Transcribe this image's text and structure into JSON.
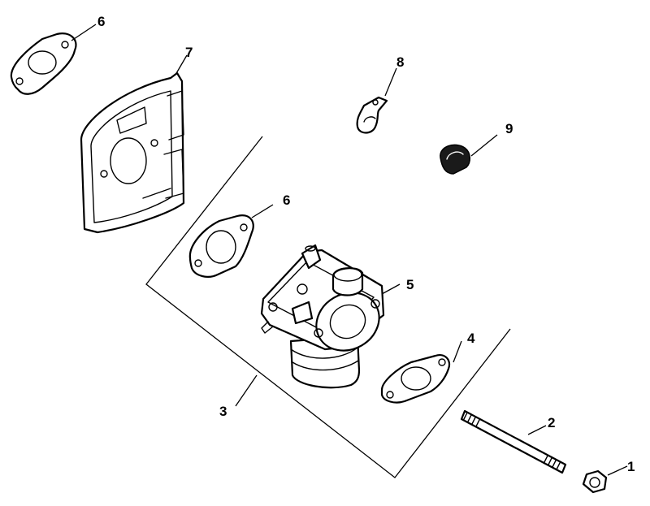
{
  "diagram": {
    "callouts": [
      {
        "id": "c1",
        "label": "1"
      },
      {
        "id": "c2",
        "label": "2"
      },
      {
        "id": "c3",
        "label": "3"
      },
      {
        "id": "c4",
        "label": "4"
      },
      {
        "id": "c5",
        "label": "5"
      },
      {
        "id": "c6a",
        "label": "6"
      },
      {
        "id": "c6b",
        "label": "6"
      },
      {
        "id": "c7",
        "label": "7"
      },
      {
        "id": "c8",
        "label": "8"
      },
      {
        "id": "c9",
        "label": "9"
      }
    ],
    "line_color": "#000000",
    "background": "#ffffff"
  }
}
